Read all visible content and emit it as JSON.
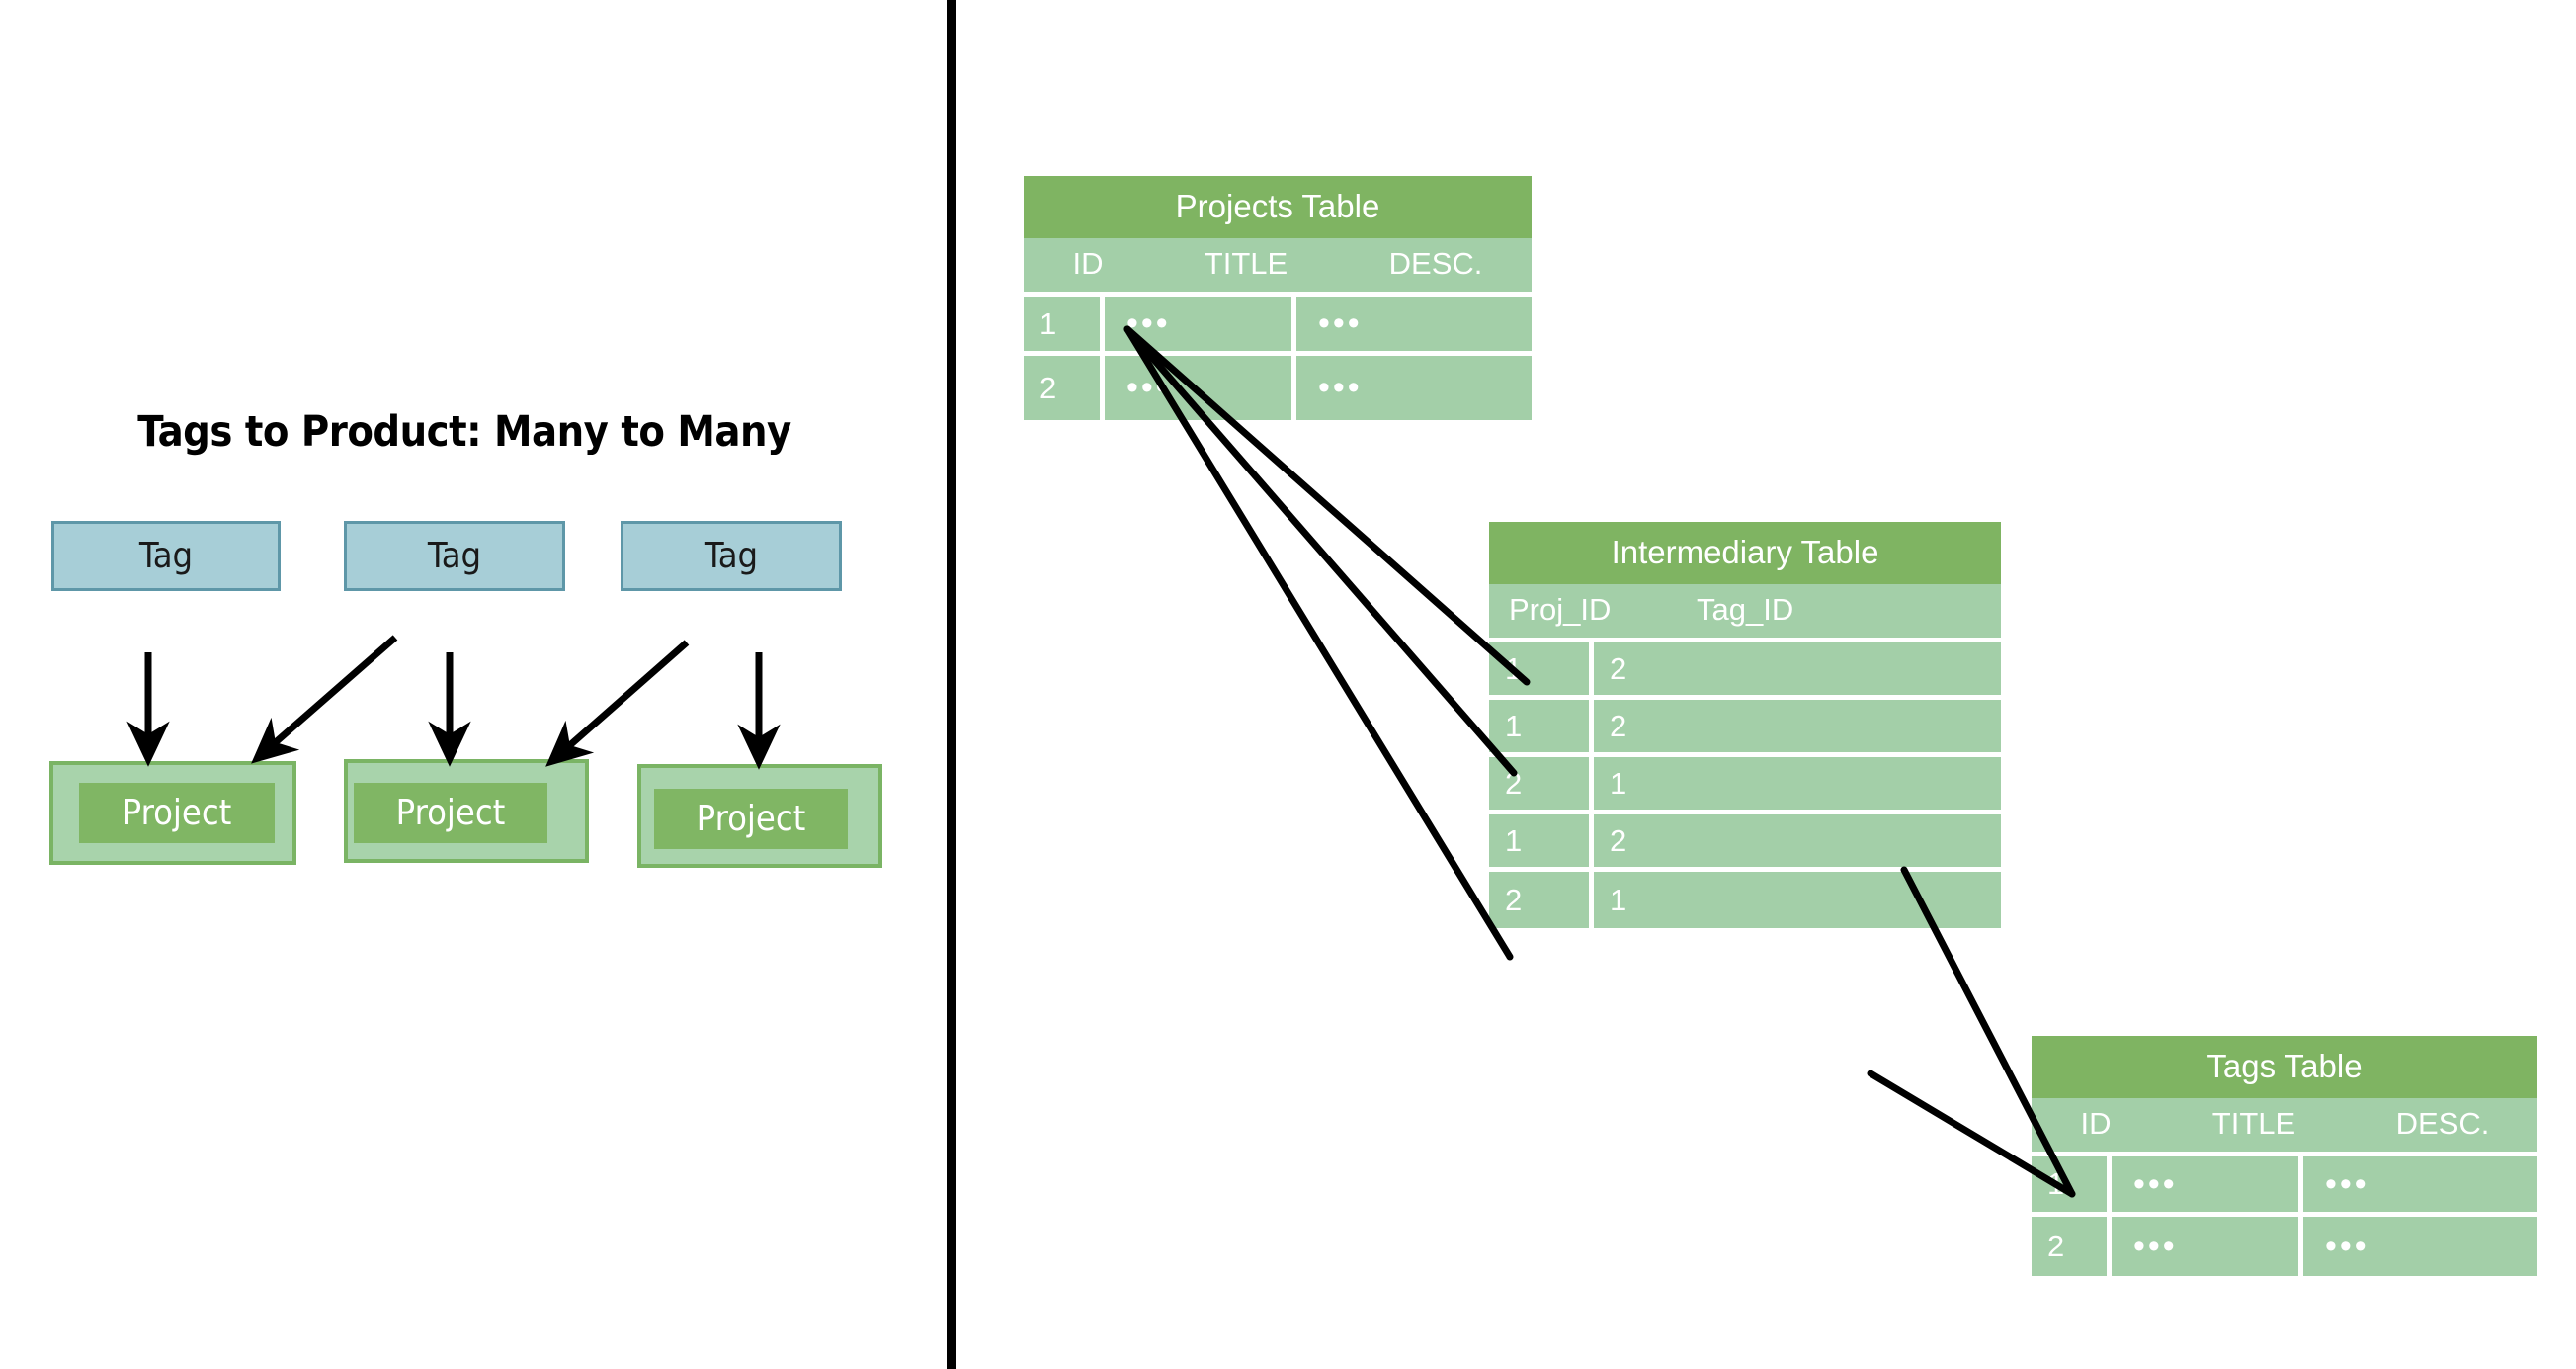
{
  "left_panel": {
    "title": "Tags to Product: Many to Many",
    "tags": [
      {
        "label": "Tag"
      },
      {
        "label": "Tag"
      },
      {
        "label": "Tag"
      }
    ],
    "projects": [
      {
        "label": "Project"
      },
      {
        "label": "Project"
      },
      {
        "label": "Project"
      }
    ],
    "arrow_count": 5
  },
  "right_panel": {
    "tables": [
      {
        "id": "projects-table",
        "title": "Projects Table",
        "columns": [
          "ID",
          "TITLE",
          "DESC."
        ],
        "rows": [
          [
            "1",
            "•••",
            "•••"
          ],
          [
            "2",
            "•••",
            "•••"
          ]
        ]
      },
      {
        "id": "intermediary-table",
        "title": "Intermediary Table",
        "columns": [
          "Proj_ID",
          "Tag_ID"
        ],
        "rows": [
          [
            "1",
            "2"
          ],
          [
            "1",
            "2"
          ],
          [
            "2",
            "1"
          ],
          [
            "1",
            "2"
          ],
          [
            "2",
            "1"
          ]
        ]
      },
      {
        "id": "tags-table",
        "title": "Tags Table",
        "columns": [
          "ID",
          "TITLE",
          "DESC."
        ],
        "rows": [
          [
            "1",
            "•••",
            "•••"
          ],
          [
            "2",
            "•••",
            "•••"
          ]
        ]
      }
    ],
    "relationship_lines": 5
  },
  "colors": {
    "table_header_green": "#7fb462",
    "table_body_green": "#a3cfa8",
    "tag_blue": "#a7ced7",
    "tag_blue_border": "#5e97a8",
    "project_green": "#80b664",
    "project_green_light": "#a8d3ab",
    "line_black": "#000000",
    "background": "#ffffff"
  }
}
